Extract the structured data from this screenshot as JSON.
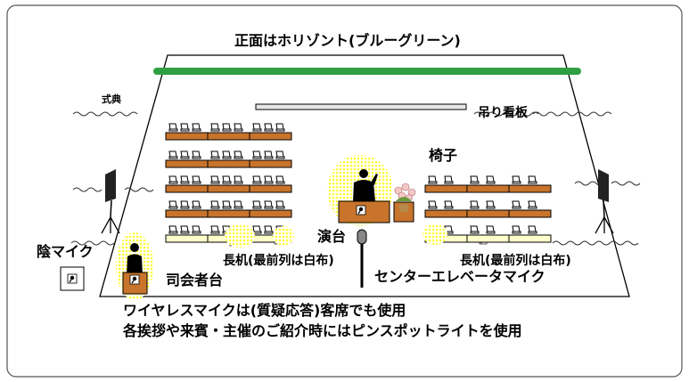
{
  "labels": {
    "horizont": "正面はホリゾント(ブルーグリーン)",
    "ceremony": "式典",
    "hanging_sign": "吊り看板",
    "chairs": "椅子",
    "podium": "演台",
    "shadow_mic": "陰マイク",
    "desk_left": "長机(最前列は白布)",
    "desk_right": "長机(最前列は白布)",
    "mc_stand": "司会者台",
    "center_mic": "センターエレベータマイク",
    "note1": "ワイヤレスマイクは(質疑応答)客席でも使用",
    "note2": "各挨拶や来賓・主催のご紹介時にはピンスポットライトを使用"
  },
  "colors": {
    "horizont_bar": "#2ea043",
    "desk": "#c8742c",
    "front_desk": "#ffffcc",
    "spotlight": "#ffff66",
    "sign": "#e6e6e6"
  },
  "icons": {
    "chair": "chair-icon",
    "speaker": "speaker-icon",
    "person": "person-icon",
    "flower": "flower-arrangement-icon",
    "microphone": "microphone-icon"
  }
}
